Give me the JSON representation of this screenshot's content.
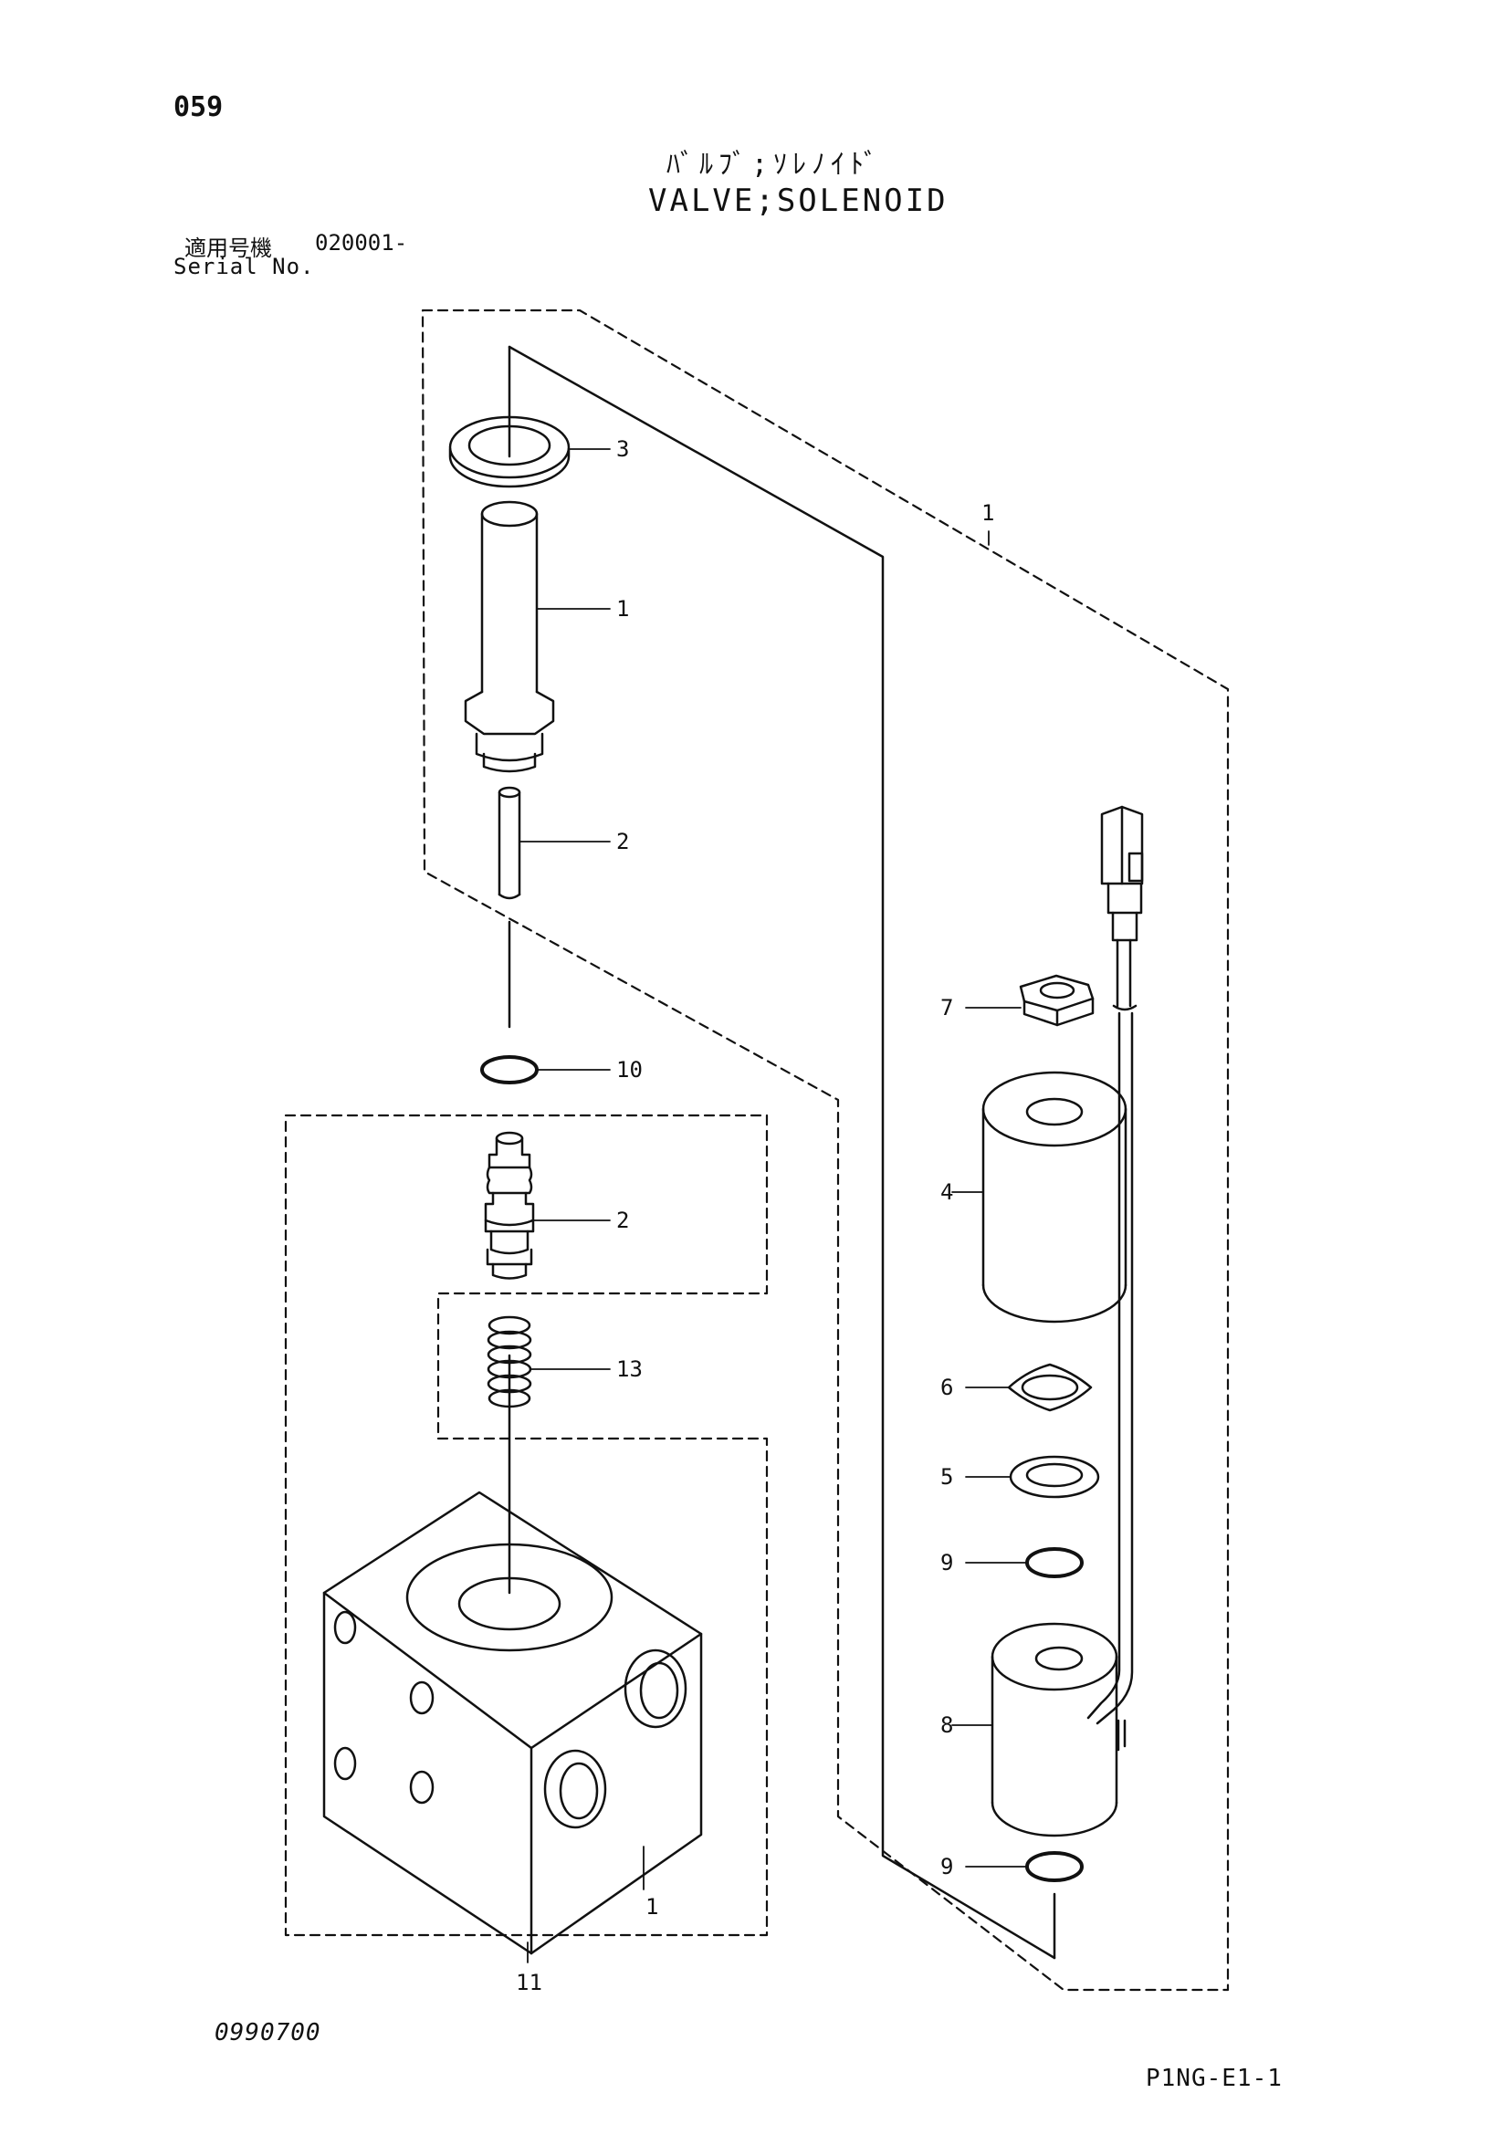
{
  "page_number": "059",
  "title_jp": "ﾊﾞﾙﾌﾞ;ｿﾚﾉｲﾄﾞ",
  "title_en": "VALVE;SOLENOID",
  "serial_label_jp": "適用号機",
  "serial_value": "020001-",
  "serial_label_en": "Serial No.",
  "doc_code": "0990700",
  "drawing_id": "P1NG-E1-1",
  "callouts": {
    "upper_seal": "3",
    "upper_tube": "1",
    "upper_pin": "2",
    "oring_middle": "10",
    "spool": "2",
    "spring": "13",
    "body": "1",
    "cartridge_group": "11",
    "assembly": "1",
    "nut": "7",
    "coil_large": "4",
    "diamond_seal": "6",
    "washer": "5",
    "oring_upper": "9",
    "coil_small": "8",
    "oring_lower": "9"
  }
}
